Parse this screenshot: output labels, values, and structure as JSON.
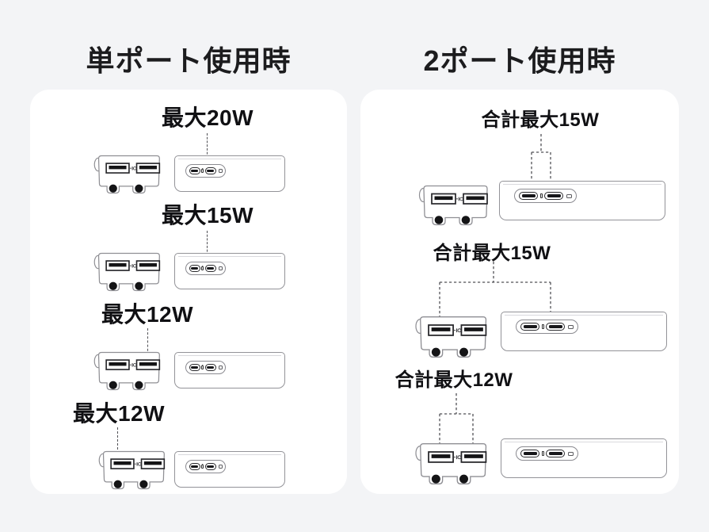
{
  "colors": {
    "page_bg": "#f3f4f6",
    "card_bg": "#ffffff",
    "title_text": "#1c1c1e",
    "label_text": "#101013",
    "pointer_line": "#515156",
    "device_outline": "#8f8f94",
    "port_fill": "#141416"
  },
  "left_panel": {
    "title": "単ポート使用時",
    "rows": [
      {
        "label": "最大20W",
        "pointer_target": "usb-c-port"
      },
      {
        "label": "最大15W",
        "pointer_target": "usb-c-port"
      },
      {
        "label": "最大12W",
        "pointer_target": "right-usb-a-port"
      },
      {
        "label": "最大12W",
        "pointer_target": "left-usb-a-port"
      }
    ]
  },
  "right_panel": {
    "title": "2ポート使用時",
    "rows": [
      {
        "label": "合計最大15W",
        "pointer_target": "both-usb-c-ports"
      },
      {
        "label": "合計最大15W",
        "pointer_target": "left-usb-a-port-and-right-usb-c-port"
      },
      {
        "label": "合計最大12W",
        "pointer_target": "both-usb-a-ports"
      }
    ]
  }
}
